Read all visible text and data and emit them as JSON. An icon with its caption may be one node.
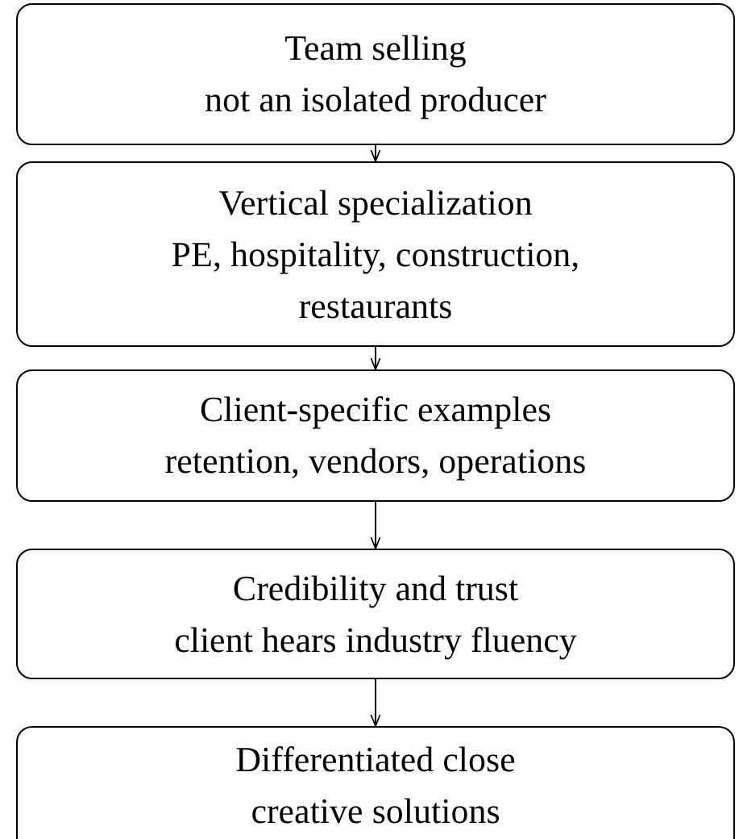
{
  "diagram": {
    "nodes": [
      {
        "text": [
          "Team selling",
          "not an isolated producer"
        ]
      },
      {
        "text": [
          "Vertical specialization",
          "PE, hospitality, construction, restaurants"
        ]
      },
      {
        "text": [
          "Client-specific examples",
          "retention, vendors, operations"
        ]
      },
      {
        "text": [
          "Credibility and trust",
          "client hears industry fluency"
        ]
      },
      {
        "text": [
          "Differentiated close",
          "creative solutions"
        ]
      }
    ],
    "edges": [
      {
        "from": 0,
        "to": 1,
        "arrow": "to"
      },
      {
        "from": 1,
        "to": 2,
        "arrow": "to"
      },
      {
        "from": 2,
        "to": 3,
        "arrow": "to"
      },
      {
        "from": 3,
        "to": 4,
        "arrow": "to"
      }
    ]
  }
}
